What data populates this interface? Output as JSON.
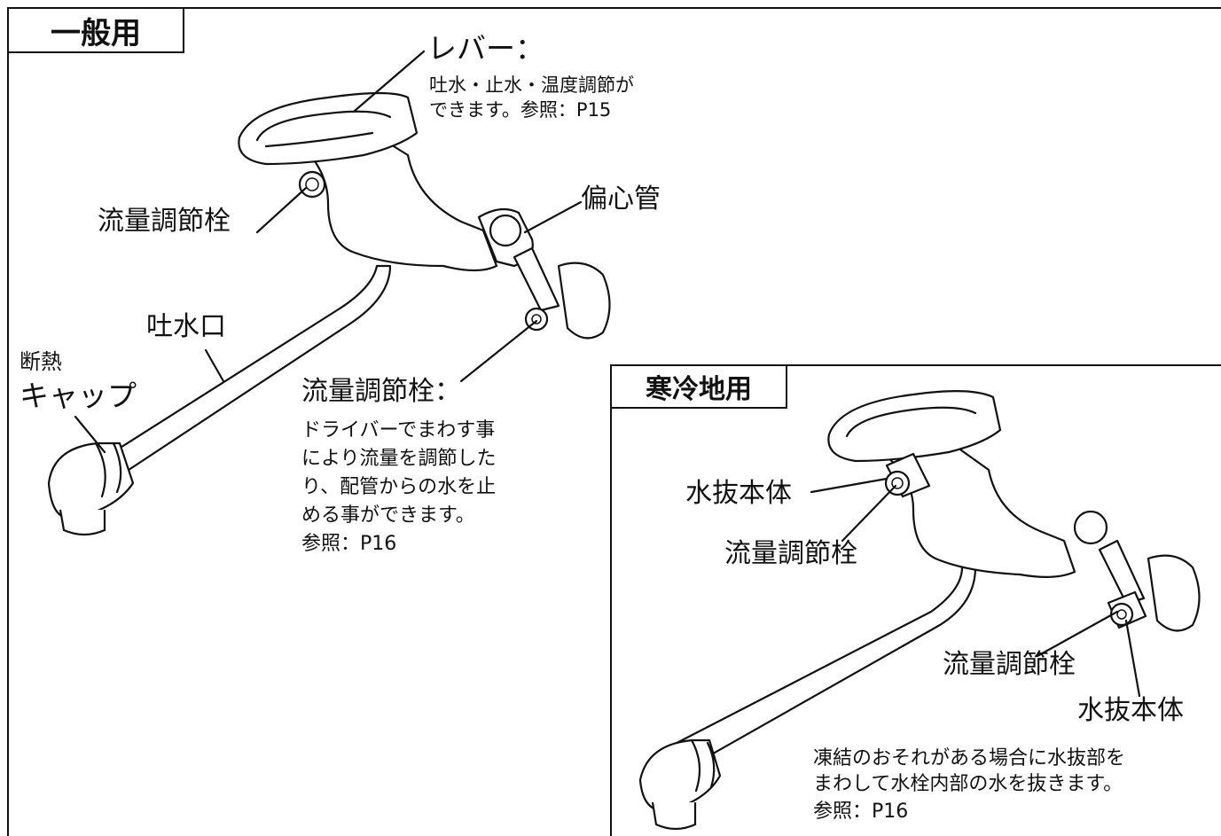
{
  "general": {
    "title": "一般用",
    "lever": {
      "title": "レバー：",
      "desc1": "吐水・止水・温度調節が",
      "desc2": "できます。参照：P15"
    },
    "flow_valve_left": "流量調節栓",
    "eccentric_pipe": "偏心管",
    "spout": "吐水口",
    "cap_line1": "断熱",
    "cap_line2": "キャップ",
    "flow_valve_right": {
      "title": "流量調節栓：",
      "desc1": "ドライバーでまわす事",
      "desc2": "により流量を調節した",
      "desc3": "り、配管からの水を止",
      "desc4": "める事ができます。",
      "ref": "参照：P16"
    }
  },
  "cold": {
    "title": "寒冷地用",
    "drain_body_left": "水抜本体",
    "flow_valve_left": "流量調節栓",
    "flow_valve_right": "流量調節栓",
    "drain_body_right": "水抜本体",
    "note1": "凍結のおそれがある場合に水抜部を",
    "note2": "まわして水栓内部の水を抜きます。",
    "ref": "参照：P16"
  }
}
